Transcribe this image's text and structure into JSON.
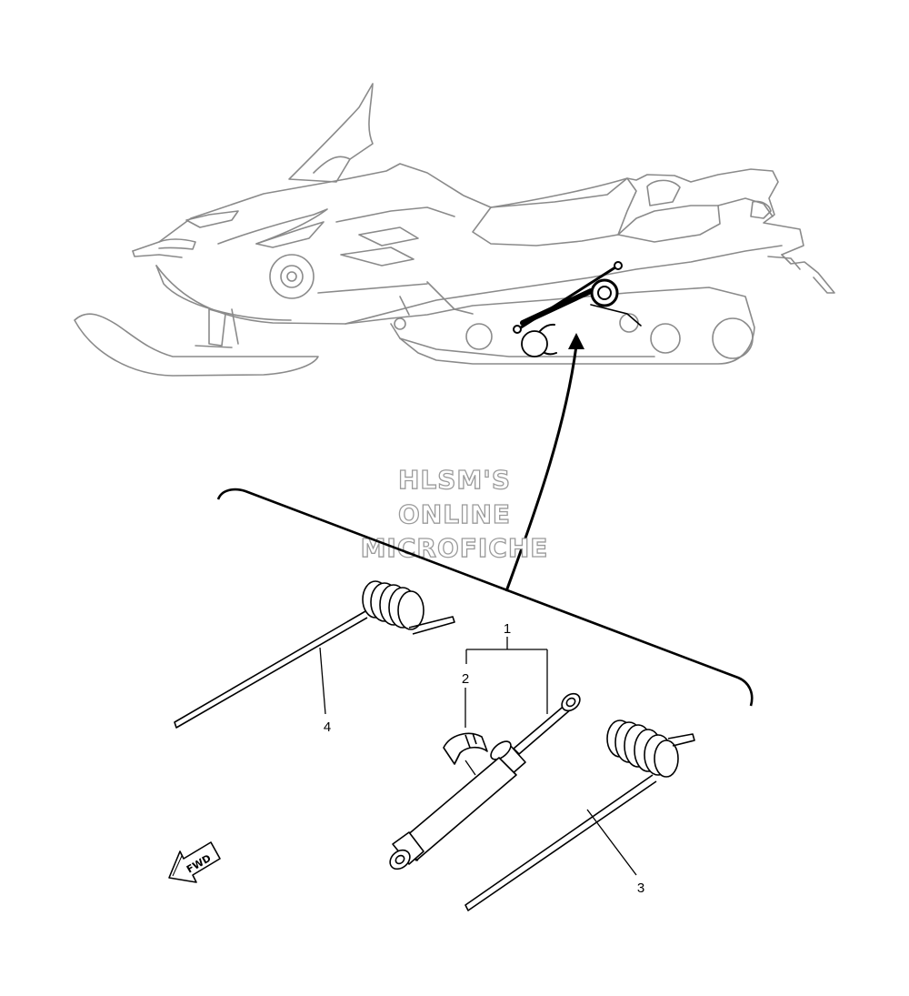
{
  "watermark": {
    "line1": "HLSM'S",
    "line2": "ONLINE",
    "line3": "MICROFICHE"
  },
  "callouts": [
    {
      "label": "1",
      "part": "shock-absorber-assembly"
    },
    {
      "label": "2",
      "part": "bushing"
    },
    {
      "label": "3",
      "part": "torsion-spring-right"
    },
    {
      "label": "4",
      "part": "torsion-spring-left"
    }
  ],
  "direction_marker": {
    "label": "FWD"
  },
  "colors": {
    "line": "#000000",
    "watermark_outline": "#9a9a9a",
    "background": "#ffffff"
  }
}
